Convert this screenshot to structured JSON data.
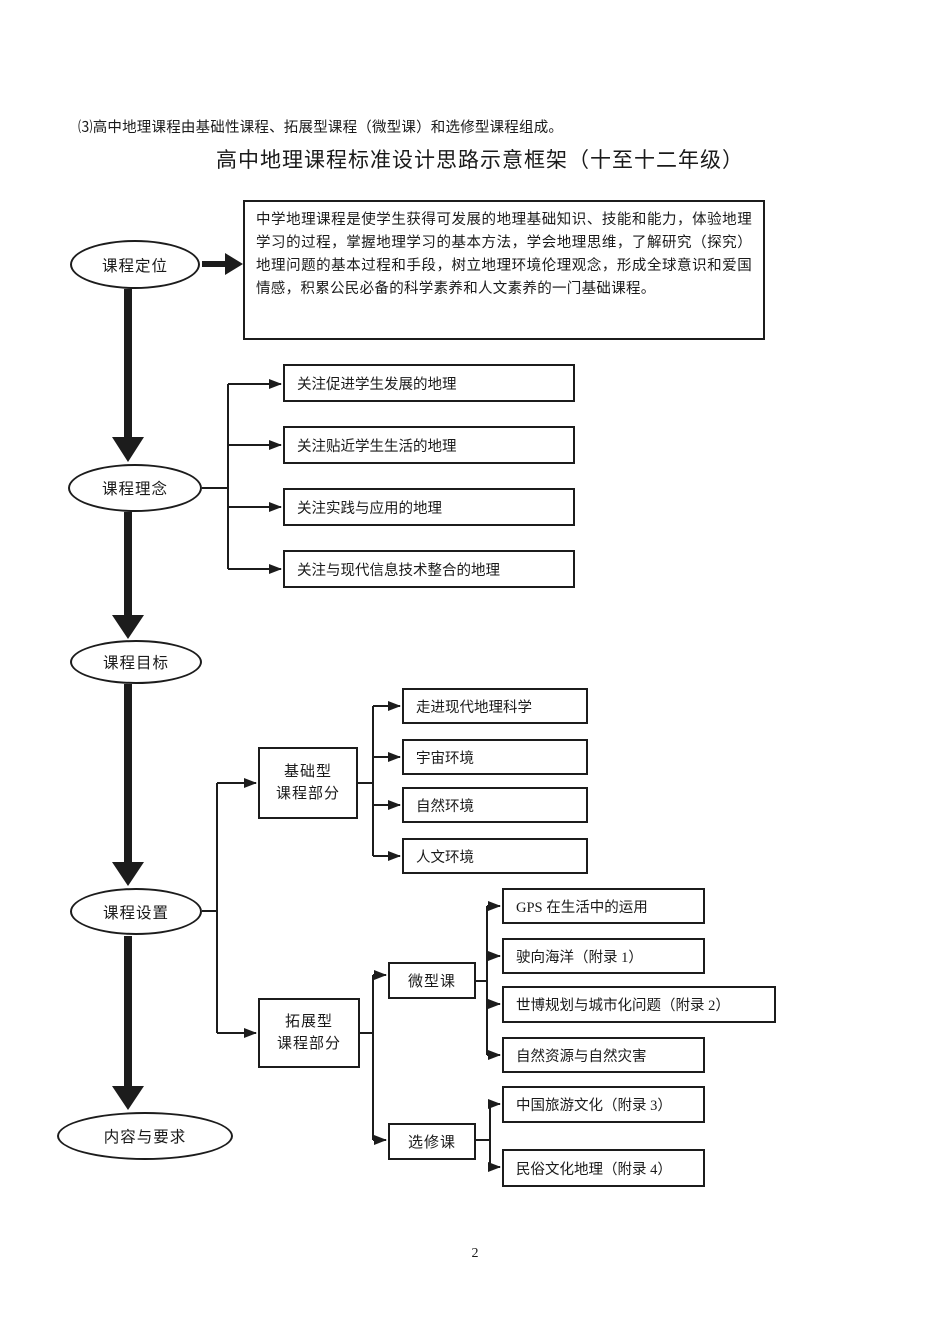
{
  "page": {
    "intro": "⑶高中地理课程由基础性课程、拓展型课程（微型课）和选修型课程组成。",
    "title": "高中地理课程标准设计思路示意框架（十至十二年级）",
    "page_number": "2"
  },
  "flow": {
    "stages": [
      {
        "label": "课程定位"
      },
      {
        "label": "课程理念"
      },
      {
        "label": "课程目标"
      },
      {
        "label": "课程设置"
      },
      {
        "label": "内容与要求"
      }
    ],
    "definition": "中学地理课程是使学生获得可发展的地理基础知识、技能和能力，体验地理学习的过程，掌握地理学习的基本方法，学会地理思维，了解研究（探究）地理问题的基本过程和手段，树立地理环境伦理观念，形成全球意识和爱国情感，积累公民必备的科学素养和人文素养的一门基础课程。",
    "ideas": [
      "关注促进学生发展的地理",
      "关注贴近学生生活的地理",
      "关注实践与应用的地理",
      "关注与现代信息技术整合的地理"
    ],
    "basic": {
      "line1": "基础型",
      "line2": "课程部分",
      "modules": [
        "走进现代地理科学",
        "宇宙环境",
        "自然环境",
        "人文环境"
      ]
    },
    "expanded": {
      "line1": "拓展型",
      "line2": "课程部分",
      "micro": {
        "label": "微型课",
        "courses": [
          "GPS 在生活中的运用",
          "驶向海洋（附录 1）",
          "世博规划与城市化问题（附录 2）",
          "自然资源与自然灾害"
        ]
      },
      "elective": {
        "label": "选修课",
        "courses": [
          "中国旅游文化（附录 3）",
          "民俗文化地理（附录 4）"
        ]
      }
    },
    "line_color": "#1c1c1c"
  }
}
